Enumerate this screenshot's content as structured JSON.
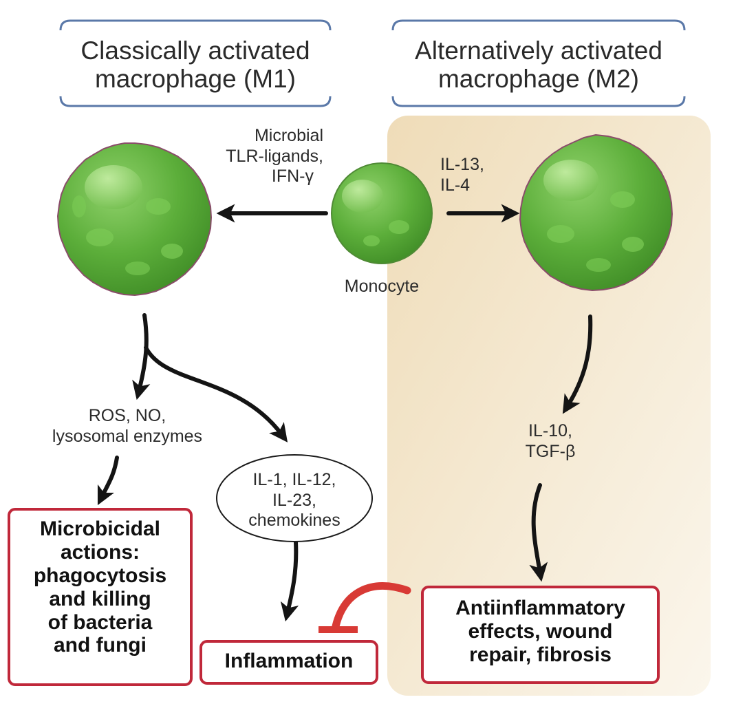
{
  "headers": {
    "m1": [
      "Classically activated",
      "macrophage (M1)"
    ],
    "m2": [
      "Alternatively activated",
      "macrophage (M2)"
    ]
  },
  "cells": {
    "monocyte": "Monocyte"
  },
  "stimuli": {
    "m1": [
      "Microbial",
      "TLR-ligands,",
      "IFN-γ"
    ],
    "m2": [
      "IL-13,",
      "IL-4"
    ]
  },
  "products": {
    "ros": [
      "ROS, NO,",
      "lysosomal enzymes"
    ],
    "cytokines": [
      "IL-1, IL-12,",
      "IL-23,",
      "chemokines"
    ],
    "m2": [
      "IL-10,",
      "TGF-β"
    ]
  },
  "outcomes": {
    "microbicidal": [
      "Microbicidal",
      "actions:",
      "phagocytosis",
      "and killing",
      "of bacteria",
      "and fungi"
    ],
    "inflammation": "Inflammation",
    "antiinflammatory": [
      "Antiinflammatory",
      "effects, wound",
      "repair, fibrosis"
    ]
  },
  "colors": {
    "cell": "#5cae3a",
    "box_border": "#c0283a",
    "header_border": "#5a78a8",
    "m2_panel": "#f0e2c4",
    "inhibitor": "#d83a35"
  }
}
